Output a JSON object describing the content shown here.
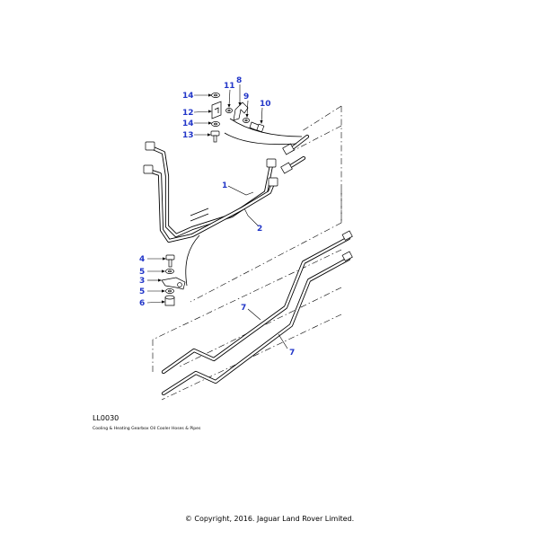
{
  "diagram": {
    "drawing_code": "LL0030",
    "caption": "Cooling & Heating Gearbox Oil Cooler Hoses & Pipes",
    "copyright": "© Copyright, 2016. Jaguar Land Rover Limited.",
    "accent_color": "#2236c8",
    "callouts": [
      {
        "id": "c1",
        "label": "1"
      },
      {
        "id": "c2",
        "label": "2"
      },
      {
        "id": "c3",
        "label": "3"
      },
      {
        "id": "c4",
        "label": "4"
      },
      {
        "id": "c5a",
        "label": "5"
      },
      {
        "id": "c5b",
        "label": "5"
      },
      {
        "id": "c6",
        "label": "6"
      },
      {
        "id": "c7a",
        "label": "7"
      },
      {
        "id": "c7b",
        "label": "7"
      },
      {
        "id": "c8",
        "label": "8"
      },
      {
        "id": "c9",
        "label": "9"
      },
      {
        "id": "c10",
        "label": "10"
      },
      {
        "id": "c11",
        "label": "11"
      },
      {
        "id": "c12",
        "label": "12"
      },
      {
        "id": "c13",
        "label": "13"
      },
      {
        "id": "c14a",
        "label": "14"
      },
      {
        "id": "c14b",
        "label": "14"
      }
    ]
  }
}
